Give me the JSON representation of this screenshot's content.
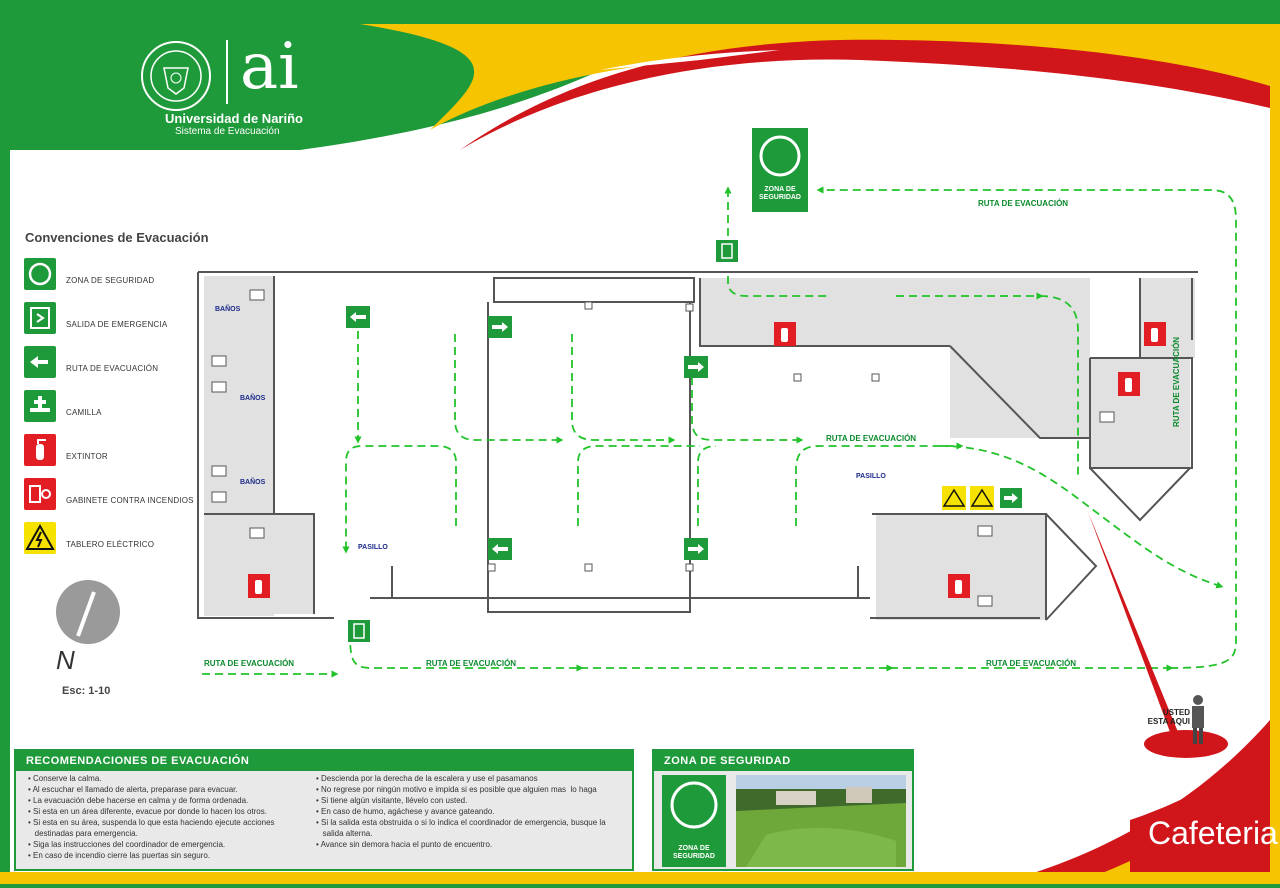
{
  "header": {
    "university": "Universidad de Nariño",
    "system": "Sistema de Evacuación",
    "logo_mark": "ai"
  },
  "legend": {
    "title": "Convenciones de Evacuación",
    "items": [
      {
        "label": "Zona de seguridad",
        "icon": "safety-zone-icon"
      },
      {
        "label": "Salida de emergencia",
        "icon": "emergency-exit-icon"
      },
      {
        "label": "Ruta de evacuación",
        "icon": "evacuation-route-icon"
      },
      {
        "label": "Camilla",
        "icon": "stretcher-icon"
      },
      {
        "label": "Extintor",
        "icon": "extinguisher-icon"
      },
      {
        "label": "Gabinete contra incendios",
        "icon": "fire-cabinet-icon"
      },
      {
        "label": "Tablero eléctrico",
        "icon": "electrical-panel-icon"
      }
    ]
  },
  "scale": "Esc: 1-10",
  "compass": "N",
  "plan": {
    "rooms": {
      "banos_1": "BAÑOS",
      "banos_2": "BAÑOS",
      "banos_3": "BAÑOS",
      "pasillo_1": "PASILLO",
      "pasillo_2": "PASILLO"
    },
    "route_labels": {
      "left": "RUTA DE EVACUACIÓN",
      "bottom_1": "RUTA DE EVACUACIÓN",
      "bottom_2": "RUTA DE EVACUACIÓN",
      "top": "RUTA DE EVACUACIÓN",
      "middle": "RUTA DE EVACUACIÓN",
      "right_vertical": "RUTA DE EVACUACIÓN"
    },
    "safety_zone_sign": "ZONA DE SEGURIDAD",
    "you_are_here": "USTED ESTA AQUI"
  },
  "recommendations": {
    "title": "Recomendaciones de Evacuación",
    "col1": [
      "Conserve la calma.",
      "Al escuchar el llamado de alerta, preparase para evacuar.",
      "La evacuación debe hacerse en calma y de forma ordenada.",
      "Si esta en un área diferente, evacue por donde lo hacen los otros.",
      "Si esta en su área, suspenda lo que esta haciendo ejecute acciones\n   destinadas para emergencia.",
      "Siga las instrucciones del coordinador de emergencia.",
      "En caso de incendio cierre las puertas sin seguro."
    ],
    "col2": [
      "Descienda por la derecha de la escalera y use el pasamanos",
      "No regrese por ningún motivo e impida si es posible que alguien mas  lo haga",
      "Si tiene algún visitante, llévelo con usted.",
      "En caso de humo, agáchese y avance gateando.",
      "Si la salida esta obstruida o si lo indica el coordinador de emergencia, busque la\n   salida alterna.",
      "Avance sin demora hacia el punto de encuentro."
    ]
  },
  "safety_zone_panel": {
    "title": "Zona de Seguridad",
    "sign": "ZONA DE SEGURIDAD"
  },
  "building_name": "Cafeteria",
  "colors": {
    "green": "#1f9a3a",
    "route_green": "#22c32a",
    "yellow": "#f6c400",
    "red": "#d0161b",
    "sign_red": "#e21d24"
  }
}
